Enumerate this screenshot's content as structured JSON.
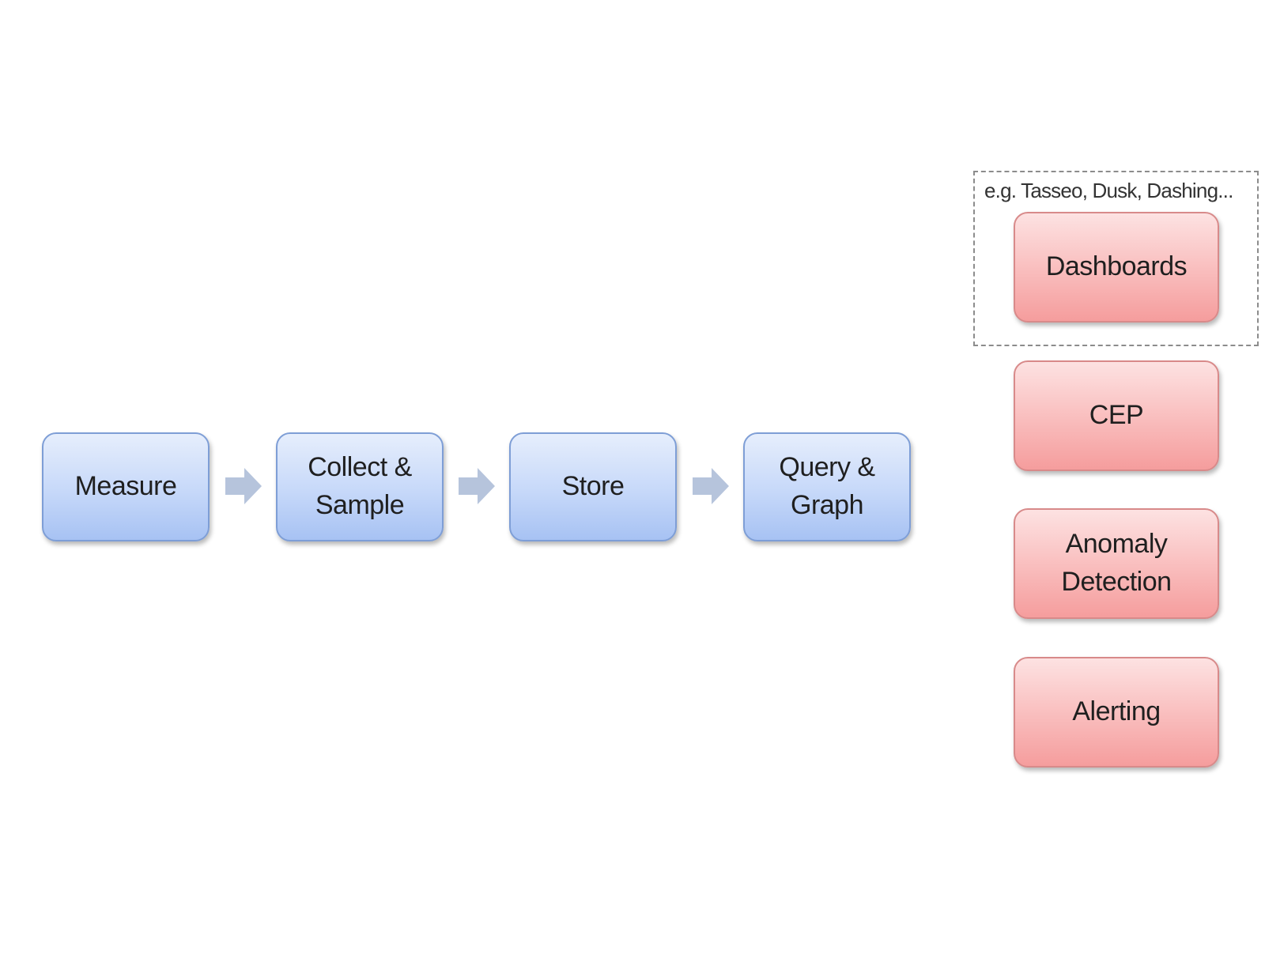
{
  "pipeline": [
    {
      "label": "Measure"
    },
    {
      "label": "Collect &\nSample"
    },
    {
      "label": "Store"
    },
    {
      "label": "Query &\nGraph"
    }
  ],
  "outputs": [
    {
      "label": "Dashboards"
    },
    {
      "label": "CEP"
    },
    {
      "label": "Anomaly\nDetection"
    },
    {
      "label": "Alerting"
    }
  ],
  "group": {
    "label": "e.g. Tasseo, Dusk, Dashing..."
  },
  "colors": {
    "pipeline_fill": "#c6d8f9",
    "pipeline_border": "#7e9ed6",
    "output_fill": "#f9bcbc",
    "output_border": "#d88a8a",
    "arrow": "#b6c4dc"
  }
}
